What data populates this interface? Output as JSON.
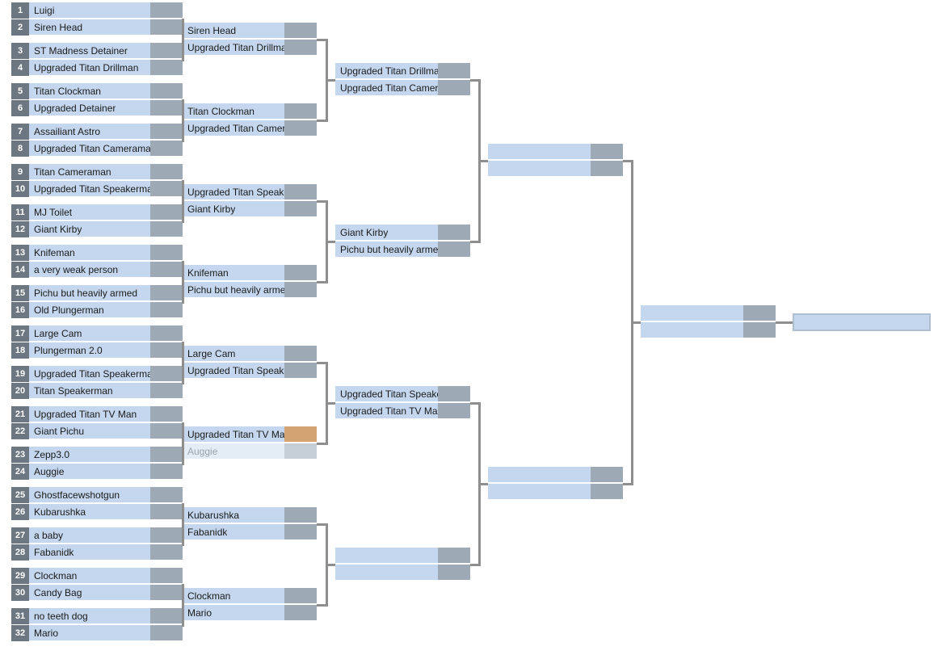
{
  "round1": [
    [
      {
        "seed": "1",
        "name": "Luigi"
      },
      {
        "seed": "2",
        "name": "Siren Head"
      }
    ],
    [
      {
        "seed": "3",
        "name": "ST Madness Detainer"
      },
      {
        "seed": "4",
        "name": "Upgraded Titan Drillman"
      }
    ],
    [
      {
        "seed": "5",
        "name": "Titan Clockman"
      },
      {
        "seed": "6",
        "name": "Upgraded Detainer"
      }
    ],
    [
      {
        "seed": "7",
        "name": "Assailiant Astro"
      },
      {
        "seed": "8",
        "name": "Upgraded Titan Cameraman"
      }
    ],
    [
      {
        "seed": "9",
        "name": "Titan Cameraman"
      },
      {
        "seed": "10",
        "name": "Upgraded Titan Speakerman"
      }
    ],
    [
      {
        "seed": "11",
        "name": "MJ Toilet"
      },
      {
        "seed": "12",
        "name": "Giant Kirby"
      }
    ],
    [
      {
        "seed": "13",
        "name": "Knifeman"
      },
      {
        "seed": "14",
        "name": "a very weak person"
      }
    ],
    [
      {
        "seed": "15",
        "name": "Pichu but heavily armed"
      },
      {
        "seed": "16",
        "name": "Old Plungerman"
      }
    ],
    [
      {
        "seed": "17",
        "name": "Large Cam"
      },
      {
        "seed": "18",
        "name": "Plungerman 2.0"
      }
    ],
    [
      {
        "seed": "19",
        "name": "Upgraded Titan Speakerman"
      },
      {
        "seed": "20",
        "name": "Titan Speakerman"
      }
    ],
    [
      {
        "seed": "21",
        "name": "Upgraded Titan TV Man"
      },
      {
        "seed": "22",
        "name": "Giant Pichu"
      }
    ],
    [
      {
        "seed": "23",
        "name": "Zepp3.0"
      },
      {
        "seed": "24",
        "name": "Auggie"
      }
    ],
    [
      {
        "seed": "25",
        "name": "Ghostfacewshotgun"
      },
      {
        "seed": "26",
        "name": "Kubarushka"
      }
    ],
    [
      {
        "seed": "27",
        "name": "a baby"
      },
      {
        "seed": "28",
        "name": "Fabanidk"
      }
    ],
    [
      {
        "seed": "29",
        "name": "Clockman"
      },
      {
        "seed": "30",
        "name": "Candy Bag"
      }
    ],
    [
      {
        "seed": "31",
        "name": "no teeth dog"
      },
      {
        "seed": "32",
        "name": "Mario"
      }
    ]
  ],
  "round2": [
    [
      {
        "name": "Siren Head"
      },
      {
        "name": "Upgraded Titan Drillman"
      }
    ],
    [
      {
        "name": "Titan Clockman"
      },
      {
        "name": "Upgraded Titan Cameraman"
      }
    ],
    [
      {
        "name": "Upgraded Titan Speakerman"
      },
      {
        "name": "Giant Kirby"
      }
    ],
    [
      {
        "name": "Knifeman"
      },
      {
        "name": "Pichu but heavily armed"
      }
    ],
    [
      {
        "name": "Large Cam"
      },
      {
        "name": "Upgraded Titan Speakerman"
      }
    ],
    [
      {
        "name": "Upgraded Titan TV Man",
        "win": true
      },
      {
        "name": "Auggie",
        "dim": true
      }
    ],
    [
      {
        "name": "Kubarushka"
      },
      {
        "name": "Fabanidk"
      }
    ],
    [
      {
        "name": "Clockman"
      },
      {
        "name": "Mario"
      }
    ]
  ],
  "round3": [
    [
      {
        "name": "Upgraded Titan Drillman"
      },
      {
        "name": "Upgraded Titan Cameraman"
      }
    ],
    [
      {
        "name": "Giant Kirby"
      },
      {
        "name": "Pichu but heavily armed"
      }
    ],
    [
      {
        "name": "Upgraded Titan Speakerman"
      },
      {
        "name": "Upgraded Titan TV Man"
      }
    ],
    [
      {
        "name": ""
      },
      {
        "name": ""
      }
    ]
  ],
  "round4": [
    [
      {
        "name": ""
      },
      {
        "name": ""
      }
    ],
    [
      {
        "name": ""
      },
      {
        "name": ""
      }
    ]
  ],
  "round5": [
    [
      {
        "name": ""
      },
      {
        "name": ""
      }
    ]
  ],
  "champion": ""
}
